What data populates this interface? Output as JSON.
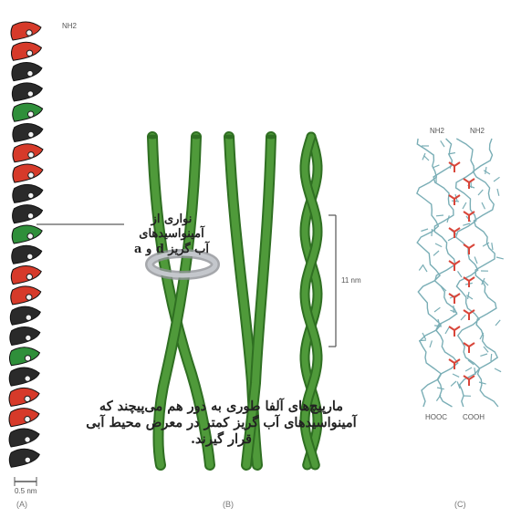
{
  "labels": {
    "helix_nh2": "NH2",
    "ribbon_note": [
      "نواری از",
      "آمینواسیدهای",
      "آب گریز d و a"
    ],
    "length_11nm": "11 nm",
    "scale_03nm": "0.5 nm",
    "caption": [
      "مارپیچ‌های آلفا طوری به دور هم می‌پیچند که",
      "آمینواسیدهای آب گریز کمتر در معرض محیط آبی",
      "قرار گیرند."
    ],
    "c_top_left": "NH2",
    "c_top_right": "NH2",
    "c_bottom_left": "HOOC",
    "c_bottom_right": "COOH",
    "panel_a": "(A)",
    "panel_b": "(B)",
    "panel_c": "(C)"
  },
  "colors": {
    "helix_red": "#d63a2a",
    "helix_black": "#2a2a2a",
    "helix_green": "#2f8f3a",
    "rod_green": "#4f9a3a",
    "rod_dark": "#2f6f22",
    "band_gray": "#a7aab0",
    "stick_teal": "#7aaeb6",
    "stick_red": "#d8463a"
  }
}
